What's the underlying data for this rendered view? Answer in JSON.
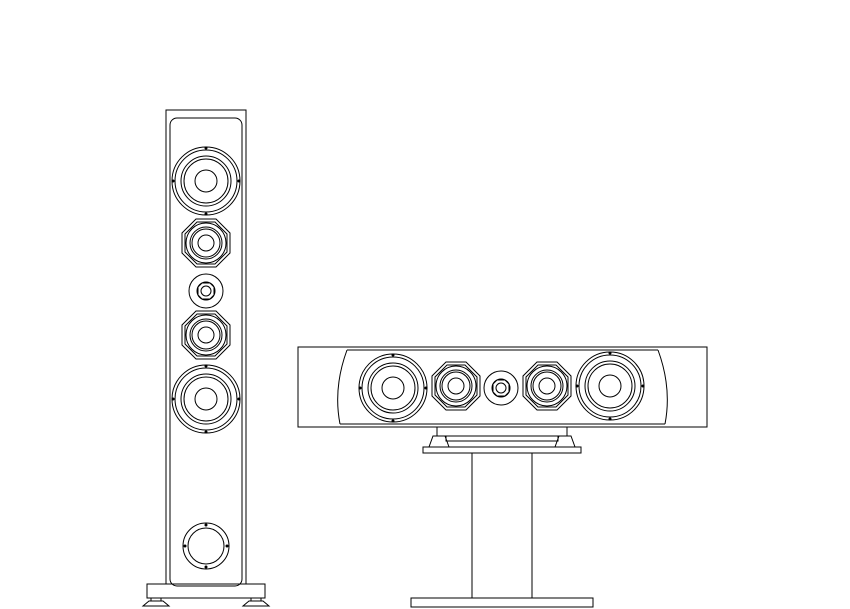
{
  "colors": {
    "background": "#ffffff",
    "stroke": "#000000"
  },
  "figure": {
    "objects": [
      {
        "name": "tower-speaker",
        "drivers": [
          "woofer",
          "midrange",
          "tweeter",
          "midrange",
          "woofer",
          "port"
        ]
      },
      {
        "name": "center-channel-speaker",
        "drivers": [
          "woofer",
          "midrange",
          "tweeter",
          "midrange",
          "woofer"
        ]
      },
      {
        "name": "speaker-stand",
        "parts": [
          "top-plate",
          "pillar",
          "base-plate"
        ]
      }
    ]
  }
}
